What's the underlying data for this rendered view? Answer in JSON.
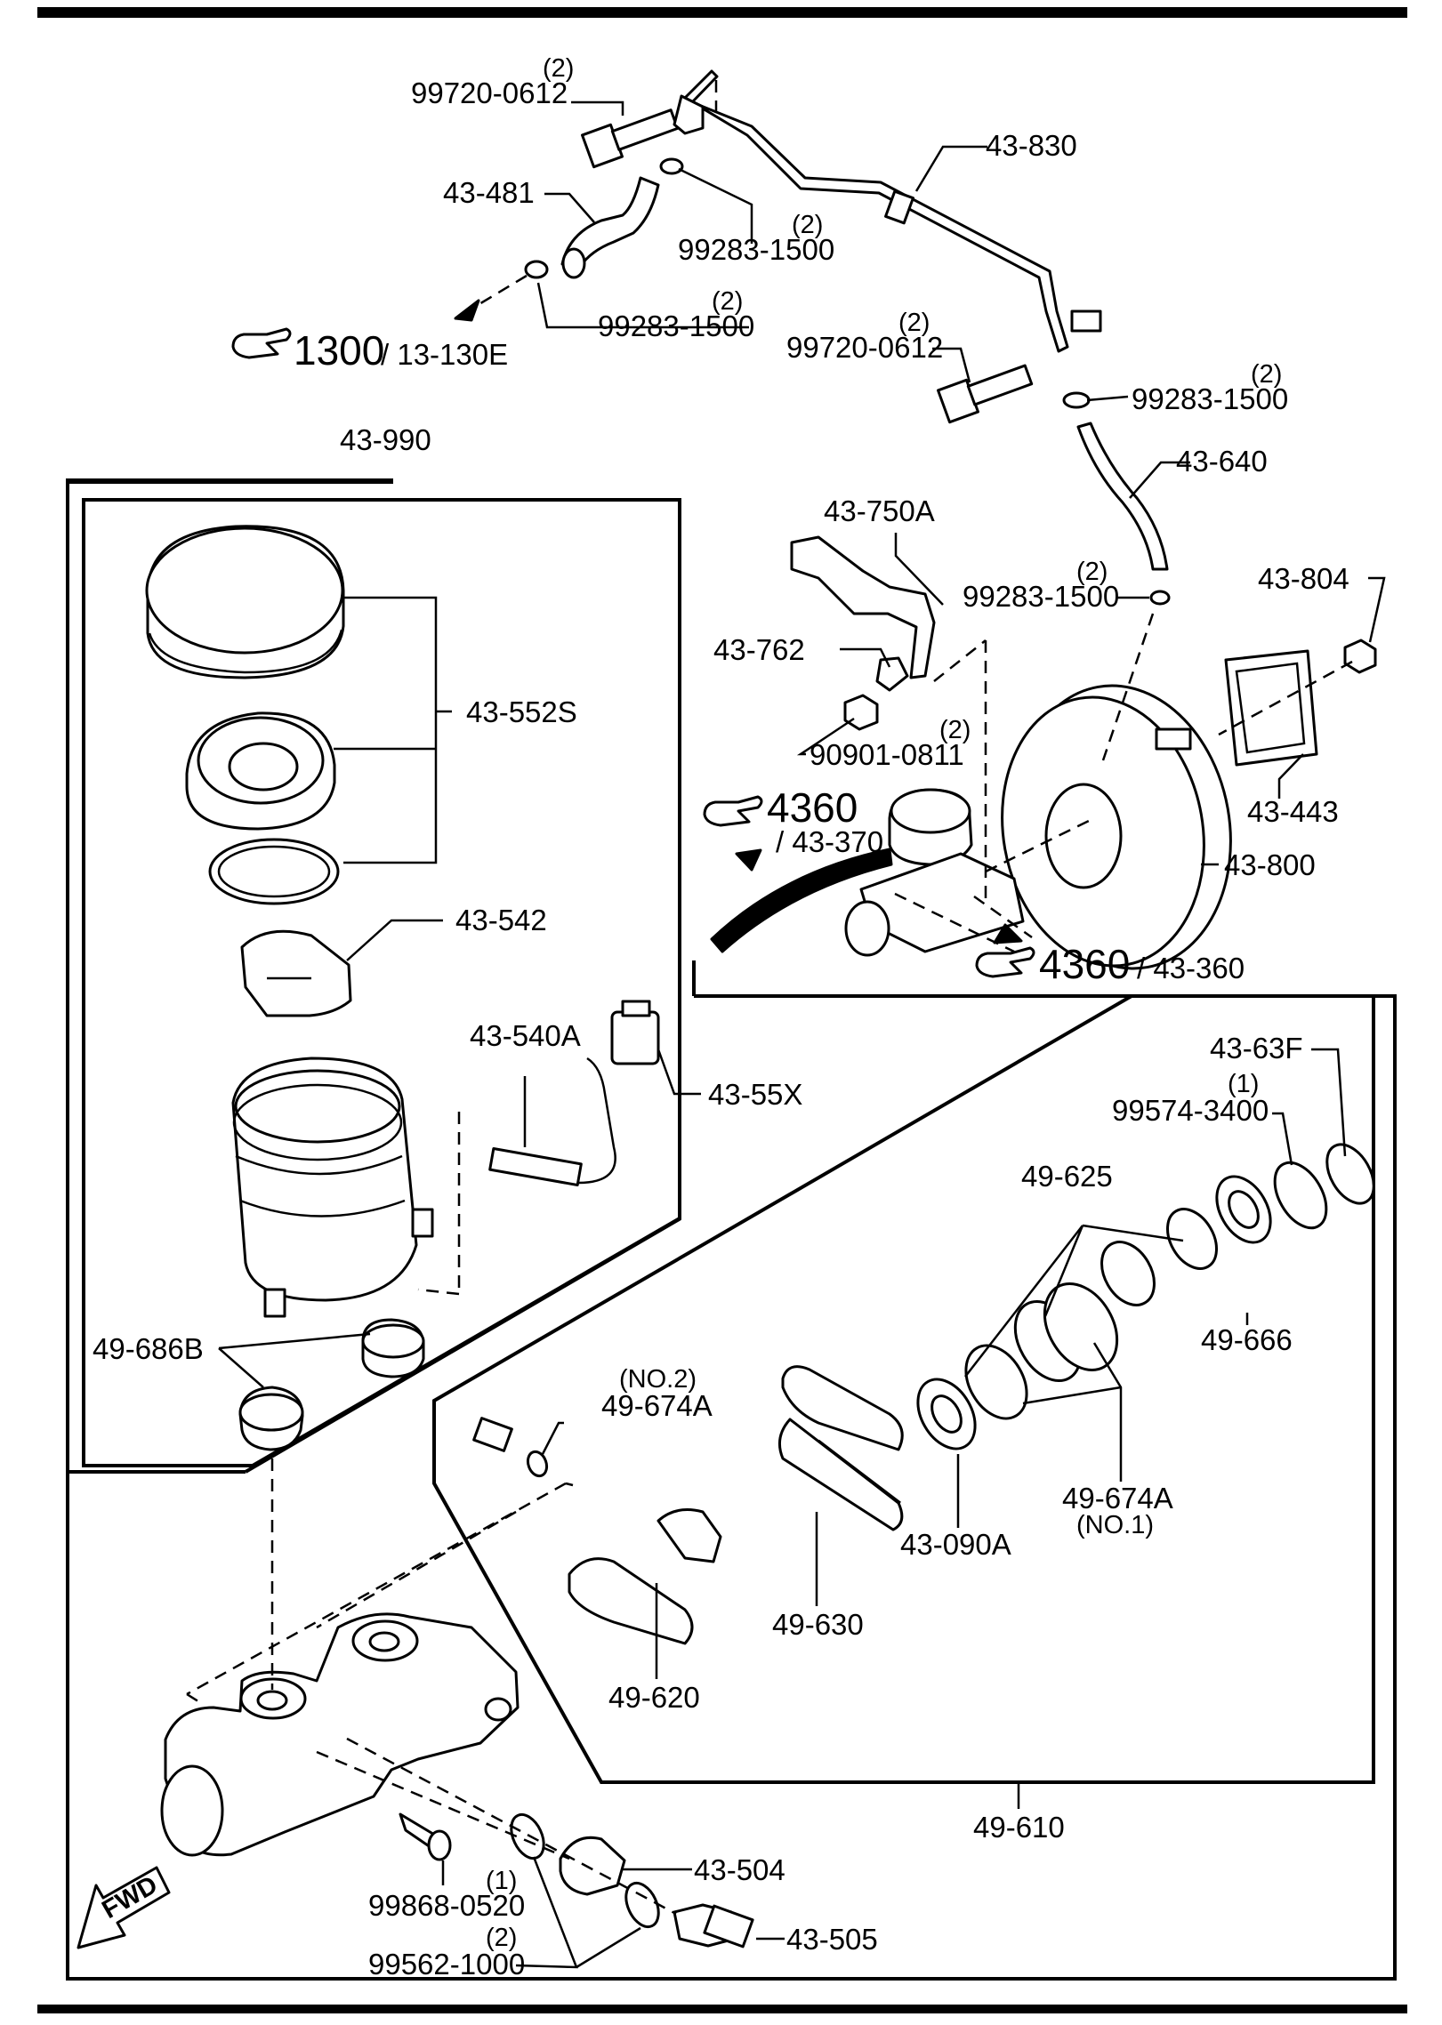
{
  "callouts": {
    "p99720_0612_top": {
      "qty": "(2)",
      "num": "99720-0612"
    },
    "p43_830": "43-830",
    "p43_481": "43-481",
    "p99283_1500_a": {
      "qty": "(2)",
      "num": "99283-1500"
    },
    "p99283_1500_b": {
      "qty": "(2)",
      "num": "99283-1500"
    },
    "ref_1300": {
      "main": "1300",
      "sub": "/ 13-130E"
    },
    "p99720_0612_mid": {
      "qty": "(2)",
      "num": "99720-0612"
    },
    "p99283_1500_c": {
      "qty": "(2)",
      "num": "99283-1500"
    },
    "p43_990": "43-990",
    "p43_640": "43-640",
    "p43_750A": "43-750A",
    "p99283_1500_d": {
      "qty": "(2)",
      "num": "99283-1500"
    },
    "p43_804": "43-804",
    "p43_762": "43-762",
    "p43_552S": "43-552S",
    "p90901_0811": {
      "qty": "(2)",
      "num": "90901-0811"
    },
    "ref_4360_a": {
      "main": "4360",
      "sub": "/ 43-370"
    },
    "p43_443": "43-443",
    "p43_800": "43-800",
    "p43_542": "43-542",
    "ref_4360_b": {
      "main": "4360",
      "sub": "/ 43-360"
    },
    "p43_540A": "43-540A",
    "p43_55X": "43-55X",
    "p43_63F": "43-63F",
    "p99574_3400": {
      "qty": "(1)",
      "num": "99574-3400"
    },
    "p49_625": "49-625",
    "p49_686B": "49-686B",
    "p49_666": "49-666",
    "p49_674A_no2": {
      "qty": "(NO.2)",
      "num": "49-674A"
    },
    "p49_674A_no1": {
      "num": "49-674A",
      "qty": "(NO.1)"
    },
    "p43_090A": "43-090A",
    "p49_630": "49-630",
    "p49_620": "49-620",
    "p49_610": "49-610",
    "p43_504": "43-504",
    "p99868_0520": {
      "num": "99868-0520",
      "qty": "(1)"
    },
    "p99562_1000": {
      "qty": "(2)",
      "num": "99562-1000"
    },
    "p43_505": "43-505",
    "fwd": "FWD"
  },
  "icons": [
    "pointing-hand-icon",
    "forward-arrow-icon"
  ]
}
